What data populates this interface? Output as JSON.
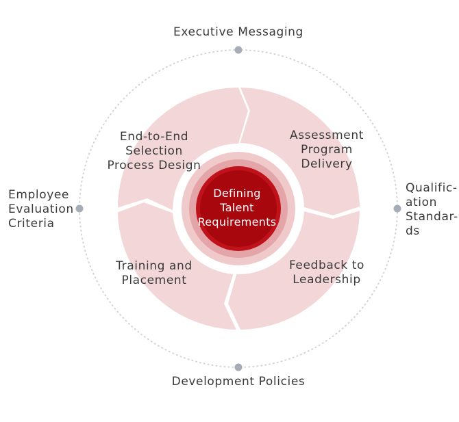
{
  "diagram": {
    "core": {
      "lines": [
        "Defining",
        "Talent",
        "Requirements"
      ]
    },
    "segments": [
      {
        "id": "end-to-end",
        "lines": [
          "End-to-End",
          "Selection",
          "Process Design"
        ]
      },
      {
        "id": "assessment",
        "lines": [
          "Assessment",
          "Program",
          "Delivery"
        ]
      },
      {
        "id": "feedback",
        "lines": [
          "Feedback to",
          "Leadership"
        ]
      },
      {
        "id": "training",
        "lines": [
          "Training and",
          "Placement"
        ]
      }
    ],
    "outer_nodes": [
      {
        "id": "executive-messaging",
        "lines": [
          "Executive Messaging"
        ]
      },
      {
        "id": "qualification-standards",
        "lines": [
          "Qualific-",
          "ation",
          "Standar-",
          "ds"
        ]
      },
      {
        "id": "development-policies",
        "lines": [
          "Development Policies"
        ]
      },
      {
        "id": "employee-evaluation",
        "lines": [
          "Employee",
          "Evaluation",
          "Criteria"
        ]
      }
    ],
    "colors": {
      "segment_fill": "#f2d6d8",
      "core_dark": "#a8070d",
      "core_mid": "#c0121a",
      "ring_light": "#e4a5a8",
      "ring_pale": "#f0c9cb",
      "orbit_dots": "#cfd3d8",
      "node_dot": "#a6adb7",
      "text": "#3a3a3a"
    }
  }
}
